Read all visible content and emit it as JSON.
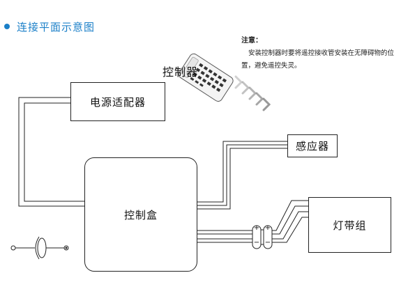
{
  "title": "连接平面示意图",
  "note": {
    "heading": "注意：",
    "body": "安装控制器时要将遥控接收管安装在无障碍物的位置，避免遥控失灵。"
  },
  "remote": {
    "label": "控制器",
    "icon": "remote-control-icon"
  },
  "components": {
    "power_adapter": "电源适配器",
    "sensor": "感应器",
    "control_box": "控制盒",
    "led_group": "灯带组"
  },
  "terminals": {
    "plus": "+",
    "minus": "−"
  },
  "colors": {
    "accent": "#1a7fc8",
    "line": "#222222"
  }
}
